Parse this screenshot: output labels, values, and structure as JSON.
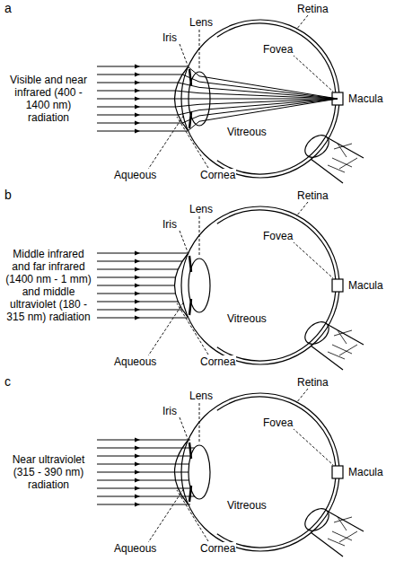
{
  "diagram": {
    "labels": [
      "a",
      "Visible and near infrared (400 - 1400 nm) radiation",
      "Lens",
      "Iris",
      "Retina",
      "Fovea",
      "Macula",
      "Vitreous",
      "Aqueous",
      "Cornea",
      "b",
      "Middle infrared and far infrared (1400 nm - 1 mm) and middle ultraviolet (180 - 315 nm) radiation",
      "Lens",
      "Iris",
      "Retina",
      "Fovea",
      "Macula",
      "Vitreous",
      "Aqueous",
      "Cornea",
      "c",
      "Near ultraviolet (315 - 390 nm) radiation",
      "Lens",
      "Iris",
      "Retina",
      "Fovea",
      "Macula",
      "Vitreous",
      "Aqueous",
      "Cornea"
    ]
  }
}
